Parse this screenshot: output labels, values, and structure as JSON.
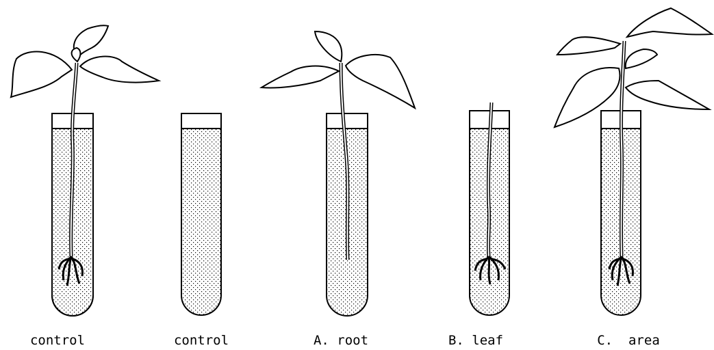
{
  "tubes": [
    {
      "label": "control",
      "plant": "full",
      "roots": true
    },
    {
      "label": "control",
      "plant": "none",
      "roots": false
    },
    {
      "label": "A. root",
      "plant": "full",
      "roots": false
    },
    {
      "label": "B. leaf",
      "plant": "stem-only",
      "roots": true
    },
    {
      "label": "C.  area",
      "plant": "large",
      "roots": true
    }
  ],
  "colors": {
    "ink": "#000000",
    "paper": "#ffffff",
    "stipple": "#000000"
  }
}
